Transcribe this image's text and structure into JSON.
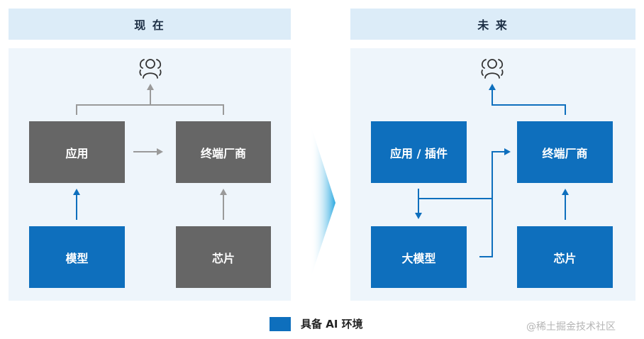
{
  "headers": {
    "now": "现 在",
    "future": "未 来"
  },
  "now": {
    "app": "应用",
    "vendor": "终端厂商",
    "model": "模型",
    "chip": "芯片"
  },
  "future": {
    "app": "应用 / 插件",
    "vendor": "终端厂商",
    "model": "大模型",
    "chip": "芯片"
  },
  "legend": {
    "label": "具备 AI 环境"
  },
  "watermark": "@稀土掘金技术社区",
  "icons": {
    "user": "user-icon",
    "transition": "chevron-right-icon"
  },
  "colors": {
    "ai_blue": "#0e6fbd",
    "gray": "#666666",
    "panel_bg": "#eef5fb",
    "header_bg": "#dcecf8"
  }
}
